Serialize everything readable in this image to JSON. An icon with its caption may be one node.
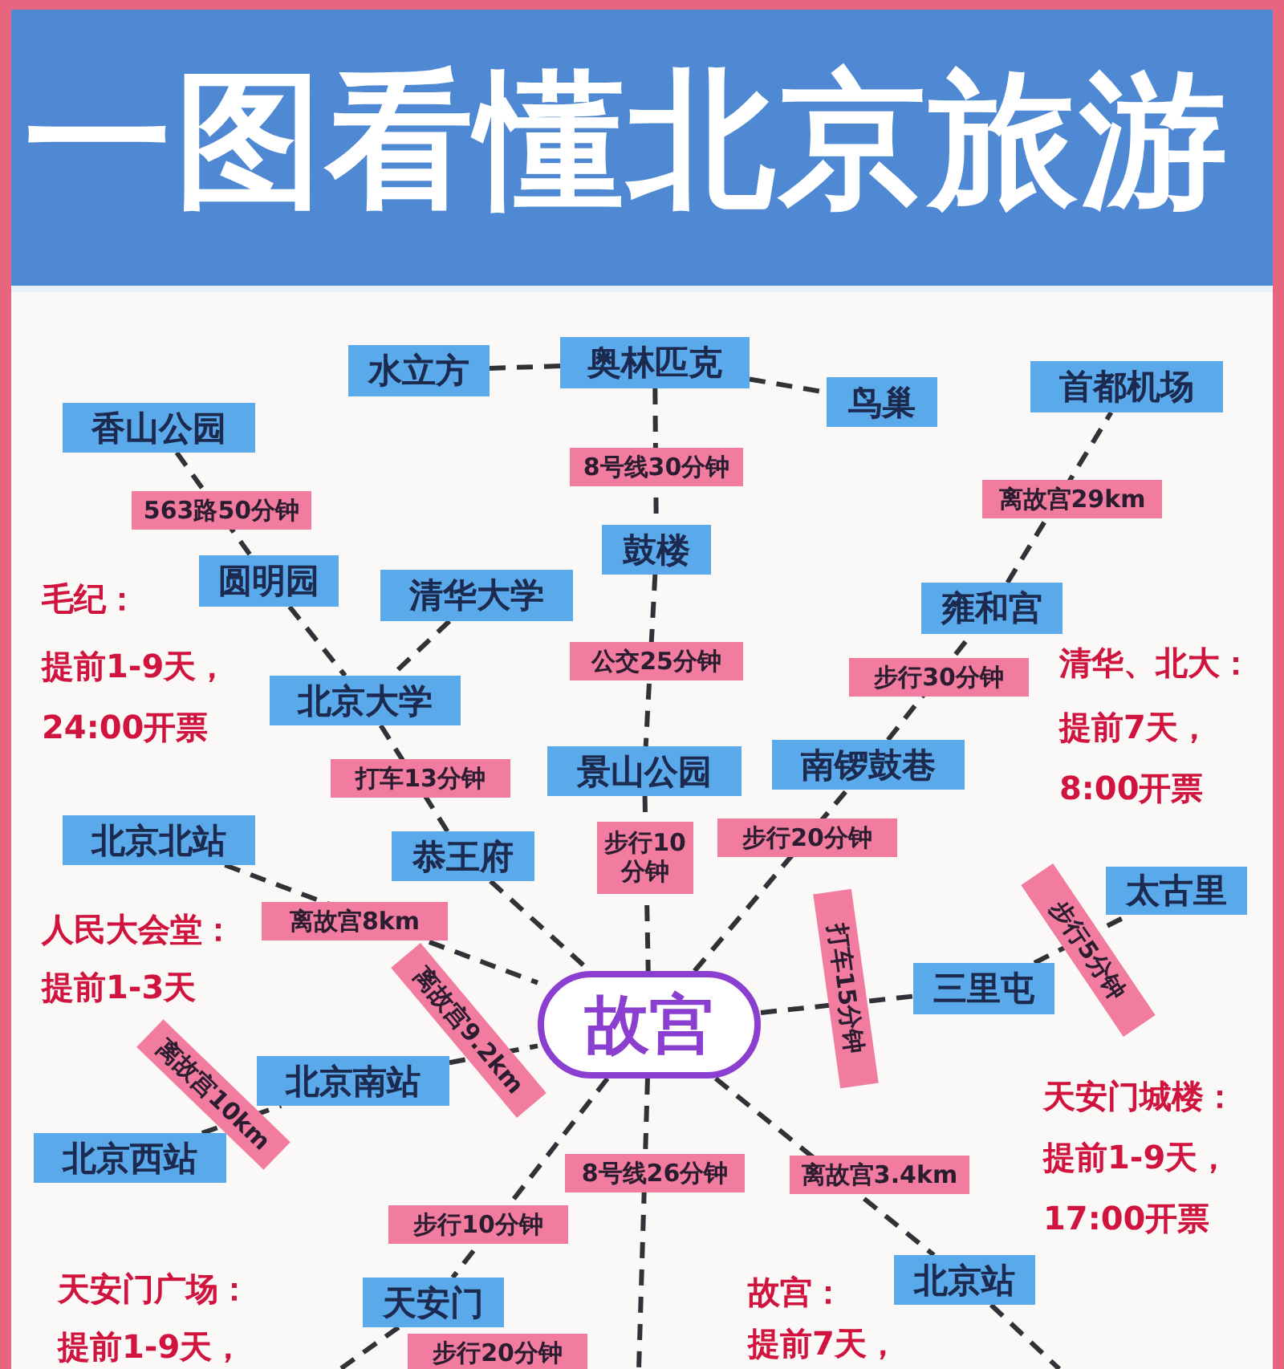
{
  "diagram": {
    "title": "一图看懂北京旅游",
    "nodes": [
      {
        "text": [
          "水立方"
        ]
      },
      {
        "text": [
          "奥林匹克"
        ]
      },
      {
        "text": [
          "鸟巢"
        ]
      },
      {
        "text": [
          "首都机场"
        ]
      },
      {
        "text": [
          "香山公园"
        ]
      },
      {
        "text": [
          "圆明园"
        ]
      },
      {
        "text": [
          "清华大学"
        ]
      },
      {
        "text": [
          "鼓楼"
        ]
      },
      {
        "text": [
          "雍和宫"
        ]
      },
      {
        "text": [
          "北京大学"
        ]
      },
      {
        "text": [
          "景山公园"
        ]
      },
      {
        "text": [
          "南锣鼓巷"
        ]
      },
      {
        "text": [
          "北京北站"
        ]
      },
      {
        "text": [
          "恭王府"
        ]
      },
      {
        "text": [
          "太古里"
        ]
      },
      {
        "text": [
          "三里屯"
        ]
      },
      {
        "text": [
          "故宫"
        ]
      },
      {
        "text": [
          "北京南站"
        ]
      },
      {
        "text": [
          "北京西站"
        ]
      },
      {
        "text": [
          "天安门"
        ]
      },
      {
        "text": [
          "北京站"
        ]
      }
    ],
    "edges": [
      {
        "from": 0,
        "to": 1,
        "arrow": "none",
        "style": "dashed"
      },
      {
        "from": 1,
        "to": 2,
        "arrow": "none",
        "style": "dashed"
      },
      {
        "from": 1,
        "to": 7,
        "arrow": "none",
        "style": "dashed",
        "label": "8号线30分钟"
      },
      {
        "from": 7,
        "to": 10,
        "arrow": "none",
        "style": "dashed",
        "label": "公交25分钟"
      },
      {
        "from": 10,
        "to": 16,
        "arrow": "none",
        "style": "dashed",
        "label": "步行10分钟"
      },
      {
        "from": 4,
        "to": 5,
        "arrow": "none",
        "style": "dashed",
        "label": "563路50分钟"
      },
      {
        "from": 5,
        "to": 9,
        "arrow": "none",
        "style": "dashed"
      },
      {
        "from": 6,
        "to": 9,
        "arrow": "none",
        "style": "dashed"
      },
      {
        "from": 9,
        "to": 13,
        "arrow": "none",
        "style": "dashed",
        "label": "打车13分钟"
      },
      {
        "from": 13,
        "to": 16,
        "arrow": "none",
        "style": "dashed"
      },
      {
        "from": 12,
        "to": 16,
        "arrow": "none",
        "style": "dashed",
        "label": "离故宫8km"
      },
      {
        "from": 17,
        "to": 16,
        "arrow": "none",
        "style": "dashed",
        "label": "离故宫9.2km"
      },
      {
        "from": 18,
        "to": 17,
        "arrow": "none",
        "style": "dashed",
        "label": "离故宫10km"
      },
      {
        "from": 16,
        "to": 19,
        "arrow": "none",
        "style": "dashed",
        "label": "步行10分钟"
      },
      {
        "from": 19,
        "to": null,
        "arrow": "none",
        "style": "dashed",
        "label": "步行20分钟"
      },
      {
        "from": 16,
        "to": null,
        "arrow": "none",
        "style": "dashed",
        "label": "8号线26分钟"
      },
      {
        "from": 16,
        "to": 20,
        "arrow": "none",
        "style": "dashed",
        "label": "离故宫3.4km"
      },
      {
        "from": 20,
        "to": null,
        "arrow": "none",
        "style": "dashed"
      },
      {
        "from": 16,
        "to": 15,
        "arrow": "none",
        "style": "dashed",
        "label": "打车15分钟"
      },
      {
        "from": 15,
        "to": 14,
        "arrow": "none",
        "style": "dashed",
        "label": "步行5分钟"
      },
      {
        "from": 16,
        "to": 11,
        "arrow": "none",
        "style": "dashed",
        "label": "步行20分钟"
      },
      {
        "from": 11,
        "to": 8,
        "arrow": "none",
        "style": "dashed",
        "label": "步行30分钟"
      },
      {
        "from": 8,
        "to": 3,
        "arrow": "none",
        "style": "dashed",
        "label": "离故宫29km"
      }
    ],
    "labels": [
      "毛纪：",
      "提前1-9天，",
      "24:00开票",
      "清华、北大：",
      "提前7天，",
      "8:00开票",
      "人民大会堂：",
      "提前1-3天",
      "天安门城楼：",
      "提前1-9天，",
      "17:00开票",
      "天安门广场：",
      "提前1-9天，",
      "故宫：",
      "提前7天，"
    ]
  }
}
